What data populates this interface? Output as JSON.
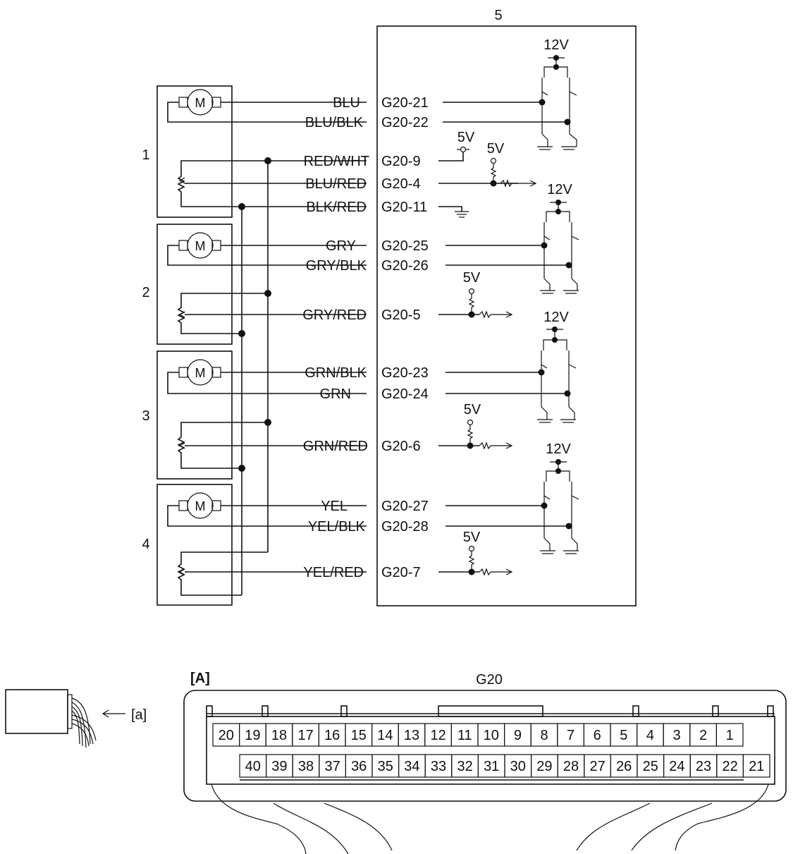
{
  "ecu_number": "5",
  "motors": [
    {
      "number": "1",
      "motor_symbol": "M",
      "wires": [
        {
          "color": "BLU",
          "terminal": "G20-21"
        },
        {
          "color": "BLU/BLK",
          "terminal": "G20-22"
        },
        {
          "color": "RED/WHT",
          "terminal": "G20-9"
        },
        {
          "color": "BLU/RED",
          "terminal": "G20-4"
        },
        {
          "color": "BLK/RED",
          "terminal": "G20-11"
        }
      ]
    },
    {
      "number": "2",
      "motor_symbol": "M",
      "wires": [
        {
          "color": "GRY",
          "terminal": "G20-25"
        },
        {
          "color": "GRY/BLK",
          "terminal": "G20-26"
        },
        {
          "color": "GRY/RED",
          "terminal": "G20-5"
        }
      ]
    },
    {
      "number": "3",
      "motor_symbol": "M",
      "wires": [
        {
          "color": "GRN/BLK",
          "terminal": "G20-23"
        },
        {
          "color": "GRN",
          "terminal": "G20-24"
        },
        {
          "color": "GRN/RED",
          "terminal": "G20-6"
        }
      ]
    },
    {
      "number": "4",
      "motor_symbol": "M",
      "wires": [
        {
          "color": "YEL",
          "terminal": "G20-27"
        },
        {
          "color": "YEL/BLK",
          "terminal": "G20-28"
        },
        {
          "color": "YEL/RED",
          "terminal": "G20-7"
        }
      ]
    }
  ],
  "supply_labels": {
    "v12": "12V",
    "v5": "5V"
  },
  "connector": {
    "section_label": "[A]",
    "name": "G20",
    "harness_label": "[a]",
    "top_row": [
      "20",
      "19",
      "18",
      "17",
      "16",
      "15",
      "14",
      "13",
      "12",
      "11",
      "10",
      "9",
      "8",
      "7",
      "6",
      "5",
      "4",
      "3",
      "2",
      "1"
    ],
    "bottom_row": [
      "40",
      "39",
      "38",
      "37",
      "36",
      "35",
      "34",
      "33",
      "32",
      "31",
      "30",
      "29",
      "28",
      "27",
      "26",
      "25",
      "24",
      "23",
      "22",
      "21"
    ]
  },
  "icons": [
    "motor-icon",
    "potentiometer-icon",
    "ground-icon",
    "transistor-icon",
    "resistor-icon",
    "connector-icon"
  ]
}
